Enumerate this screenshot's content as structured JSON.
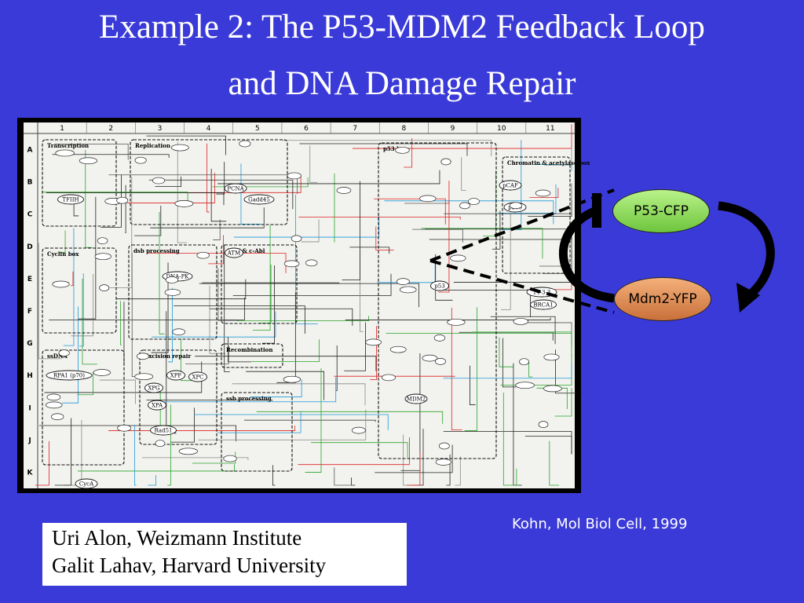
{
  "title": {
    "line1": "Example 2: The P53-MDM2 Feedback Loop",
    "line2": "and DNA Damage Repair"
  },
  "diagram": {
    "grid_columns": [
      "1",
      "2",
      "3",
      "4",
      "5",
      "6",
      "7",
      "8",
      "9",
      "10",
      "11"
    ],
    "grid_rows": [
      "A",
      "B",
      "C",
      "D",
      "E",
      "F",
      "G",
      "H",
      "I",
      "J",
      "K"
    ],
    "boxes": [
      "Transcription",
      "Replication",
      "p53 box",
      "Chromatin & acetylase box",
      "Cyclin box",
      "dsb processing",
      "ATM & c-Abl",
      "ssDNA",
      "Excision repair",
      "Recombination",
      "ssb processing"
    ],
    "molecules": [
      "TFIIH",
      "RPA1 (p70)",
      "XPG",
      "XPF",
      "XPC",
      "XPA",
      "Rad51",
      "CycA",
      "p53",
      "MDM2",
      "pCAF",
      "p300",
      "ATM",
      "DNA-PK",
      "PCNA",
      "Gadd45",
      "BRCA1",
      "14-3-3"
    ]
  },
  "loop": {
    "node_top": "P53-CFP",
    "node_bottom": "Mdm2-YFP",
    "colors": {
      "top_node": "#7ed348",
      "bottom_node": "#e08a4e",
      "arrows": "#000000",
      "background": "#3a3ad8"
    }
  },
  "citation": "Kohn, Mol Biol Cell, 1999",
  "credits": {
    "line1": "Uri Alon, Weizmann Institute",
    "line2": "Galit Lahav, Harvard University"
  }
}
